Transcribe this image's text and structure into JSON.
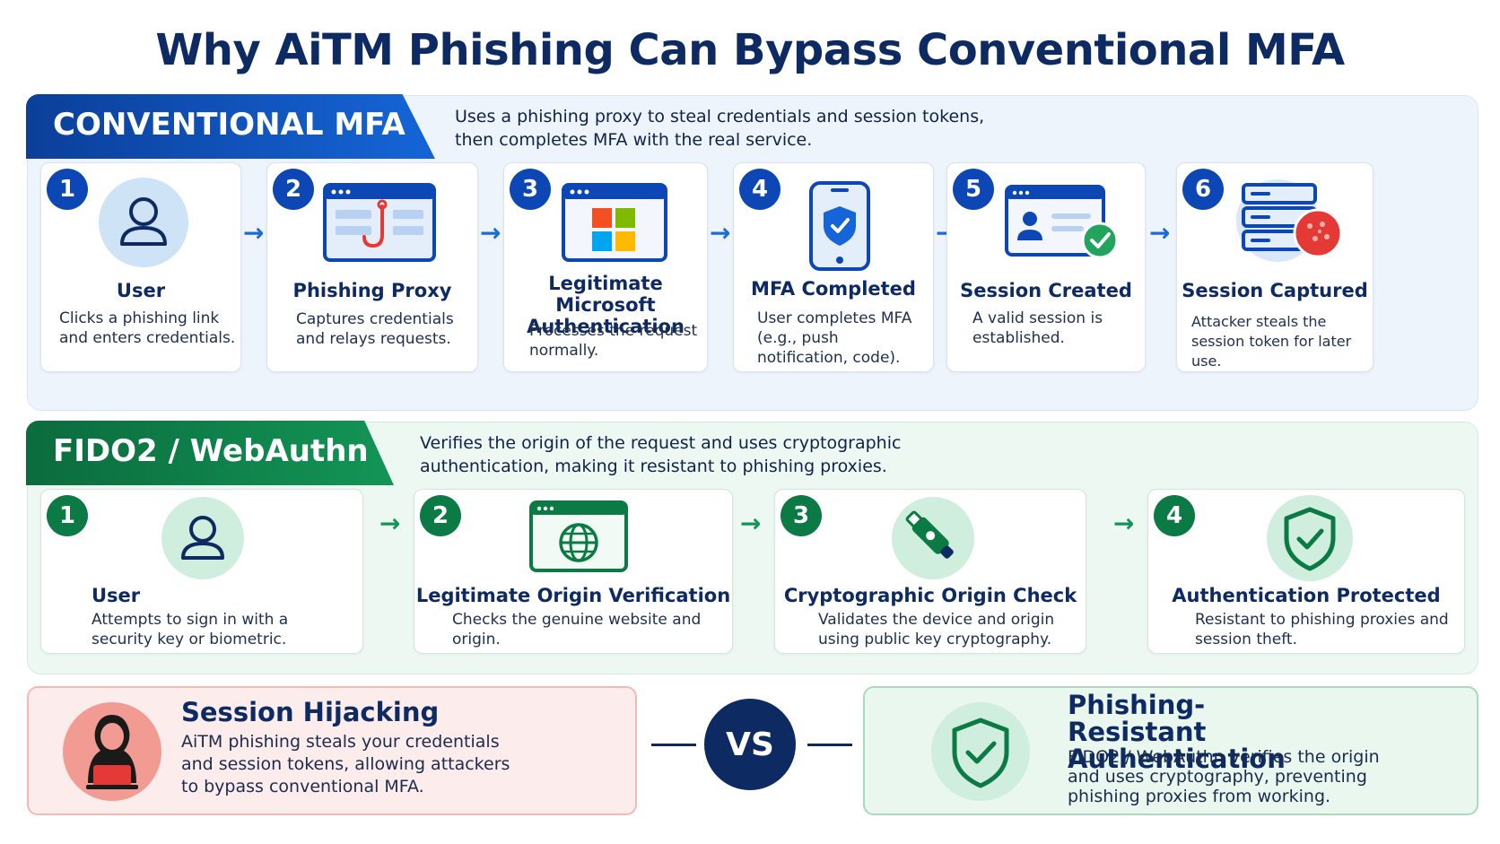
{
  "title": "Why AiTM Phishing Can Bypass Conventional MFA",
  "conventional": {
    "banner": "CONVENTIONAL MFA",
    "description": "Uses a phishing proxy to steal  credentials and session tokens, then completes MFA with the real service.",
    "steps": [
      {
        "num": "1",
        "title": "User",
        "desc": "Clicks a phishing link and enters credentials."
      },
      {
        "num": "2",
        "title": "Phishing Proxy",
        "desc": "Captures credentials and relays requests."
      },
      {
        "num": "3",
        "title": "Legitimate Microsoft Authentication",
        "desc": "Processes the request normally."
      },
      {
        "num": "4",
        "title": "MFA Completed",
        "desc": "User completes MFA (e.g., push notification, code)."
      },
      {
        "num": "5",
        "title": "Session Created",
        "desc": "A valid session is established."
      },
      {
        "num": "6",
        "title": "Session Captured",
        "desc": "Attacker steals the session token for later use."
      }
    ],
    "arrow": "→"
  },
  "fido": {
    "banner": "FIDO2 / WebAuthn",
    "description": "Verifies the origin of the request and uses cryptographic authentication, making it resistant to phishing proxies.",
    "steps": [
      {
        "num": "1",
        "title": "User",
        "desc": "Attempts to sign in with a security key or biometric."
      },
      {
        "num": "2",
        "title": "Legitimate Origin Verification",
        "desc": "Checks the genuine website and origin."
      },
      {
        "num": "3",
        "title": "Cryptographic Origin Check",
        "desc": "Validates the device and origin using public key cryptography."
      },
      {
        "num": "4",
        "title": "Authentication Protected",
        "desc": "Resistant to phishing proxies and session theft."
      }
    ],
    "arrow": "→"
  },
  "hijack": {
    "title": "Session Hijacking",
    "desc": "AiTM phishing steals your credentials and session tokens, allowing attackers to bypass conventional MFA."
  },
  "vs": "VS",
  "resist": {
    "title": "Phishing-Resistant Authentication",
    "desc": "FIDO2 / WebAuthn verifies the origin and uses cryptography, preventing phishing proxies from working."
  },
  "colors": {
    "navy": "#0d2a63",
    "blue": "#0d47b5",
    "green": "#0b7a44",
    "red": "#e53935"
  },
  "icons": [
    "user-icon",
    "phishing-proxy-icon",
    "microsoft-logo-icon",
    "phone-shield-icon",
    "session-card-icon",
    "server-cookie-icon",
    "globe-browser-icon",
    "usb-key-icon",
    "shield-check-icon",
    "hacker-icon"
  ]
}
